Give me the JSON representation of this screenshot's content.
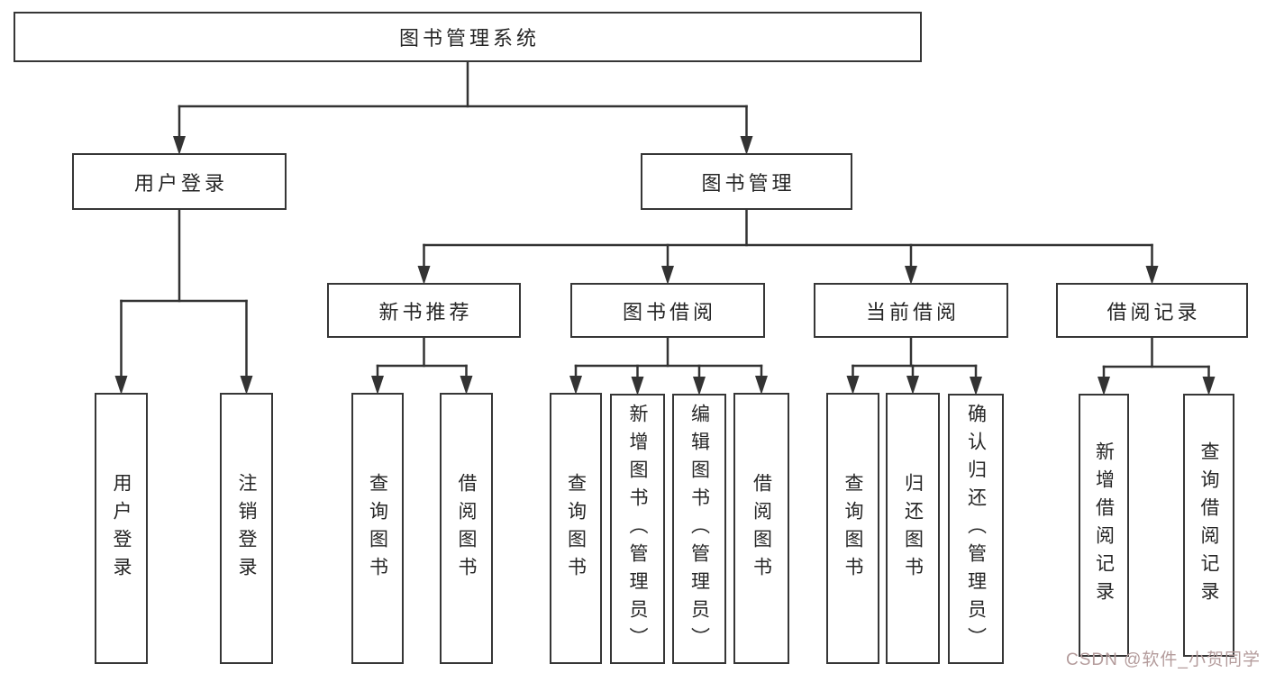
{
  "diagram": {
    "nodes": {
      "root": {
        "label": "图书管理系统"
      },
      "login": {
        "label": "用户登录"
      },
      "mgmt": {
        "label": "图书管理"
      },
      "newbook": {
        "label": "新书推荐"
      },
      "borrow": {
        "label": "图书借阅"
      },
      "current": {
        "label": "当前借阅"
      },
      "records": {
        "label": "借阅记录"
      },
      "leaf_user_login": {
        "label": "用户登录"
      },
      "leaf_logout": {
        "label": "注销登录"
      },
      "leaf_q_newbook": {
        "label": "查询图书"
      },
      "leaf_b_newbook": {
        "label": "借阅图书"
      },
      "leaf_q_borrow": {
        "label": "查询图书"
      },
      "leaf_add_book": {
        "label": "新增图书（管理员）"
      },
      "leaf_edit_book": {
        "label": "编辑图书（管理员）"
      },
      "leaf_b_borrow": {
        "label": "借阅图书"
      },
      "leaf_q_current": {
        "label": "查询图书"
      },
      "leaf_return_book": {
        "label": "归还图书"
      },
      "leaf_confirm_return": {
        "label": "确认归还（管理员）"
      },
      "leaf_add_record": {
        "label": "新增借阅记录"
      },
      "leaf_q_record": {
        "label": "查询借阅记录"
      }
    },
    "hierarchy": [
      {
        "parent": "root",
        "children": [
          "login",
          "mgmt"
        ]
      },
      {
        "parent": "login",
        "children": [
          "leaf_user_login",
          "leaf_logout"
        ]
      },
      {
        "parent": "mgmt",
        "children": [
          "newbook",
          "borrow",
          "current",
          "records"
        ]
      },
      {
        "parent": "newbook",
        "children": [
          "leaf_q_newbook",
          "leaf_b_newbook"
        ]
      },
      {
        "parent": "borrow",
        "children": [
          "leaf_q_borrow",
          "leaf_add_book",
          "leaf_edit_book",
          "leaf_b_borrow"
        ]
      },
      {
        "parent": "current",
        "children": [
          "leaf_q_current",
          "leaf_return_book",
          "leaf_confirm_return"
        ]
      },
      {
        "parent": "records",
        "children": [
          "leaf_add_record",
          "leaf_q_record"
        ]
      }
    ],
    "colors": {
      "line": "#333333",
      "box_border": "#363636",
      "text": "#262626",
      "background": "#ffffff",
      "watermark": "#b49c9c"
    },
    "watermark": "CSDN @软件_小贺同学"
  }
}
